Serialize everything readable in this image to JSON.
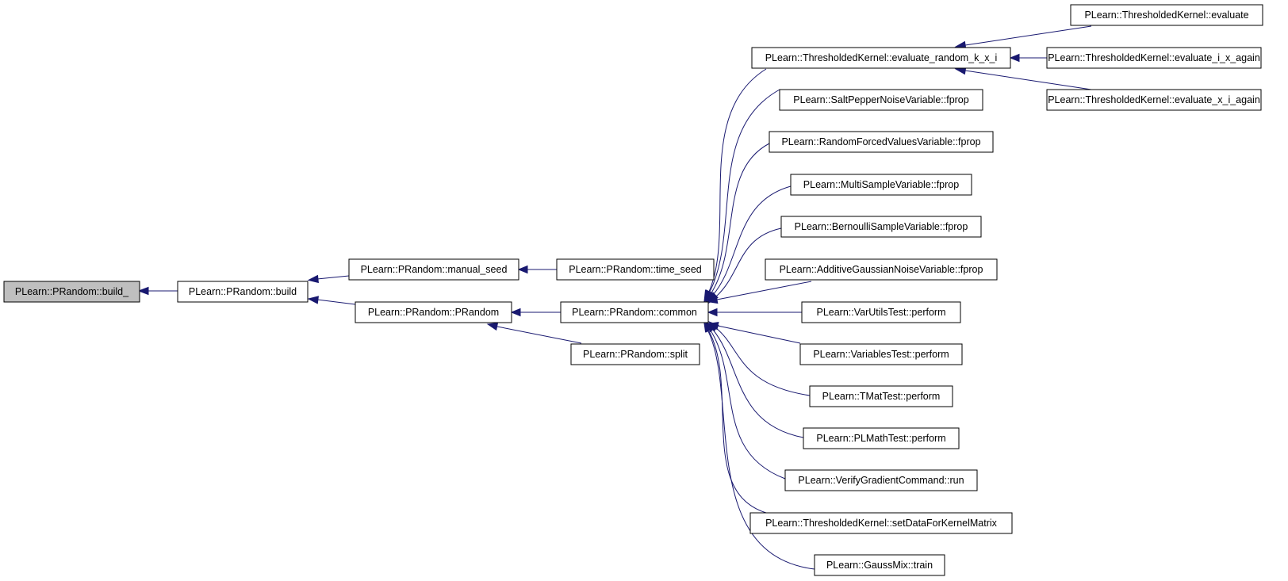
{
  "graph": {
    "colors": {
      "edge": "#191970",
      "root_fill": "#bfbfbf",
      "node_fill": "#ffffff",
      "node_border": "#000000"
    },
    "nodes": [
      {
        "id": "build_",
        "label": "PLearn::PRandom::build_"
      },
      {
        "id": "build",
        "label": "PLearn::PRandom::build"
      },
      {
        "id": "manual_seed",
        "label": "PLearn::PRandom::manual_seed"
      },
      {
        "id": "prandom",
        "label": "PLearn::PRandom::PRandom"
      },
      {
        "id": "time_seed",
        "label": "PLearn::PRandom::time_seed"
      },
      {
        "id": "common",
        "label": "PLearn::PRandom::common"
      },
      {
        "id": "split",
        "label": "PLearn::PRandom::split"
      },
      {
        "id": "eval_rand",
        "label": "PLearn::ThresholdedKernel::evaluate_random_k_x_i"
      },
      {
        "id": "saltpepper",
        "label": "PLearn::SaltPepperNoiseVariable::fprop"
      },
      {
        "id": "randforced",
        "label": "PLearn::RandomForcedValuesVariable::fprop"
      },
      {
        "id": "multisample",
        "label": "PLearn::MultiSampleVariable::fprop"
      },
      {
        "id": "bernoulli",
        "label": "PLearn::BernoulliSampleVariable::fprop"
      },
      {
        "id": "addgauss",
        "label": "PLearn::AdditiveGaussianNoiseVariable::fprop"
      },
      {
        "id": "varutils",
        "label": "PLearn::VarUtilsTest::perform"
      },
      {
        "id": "vartest",
        "label": "PLearn::VariablesTest::perform"
      },
      {
        "id": "tmattest",
        "label": "PLearn::TMatTest::perform"
      },
      {
        "id": "plmath",
        "label": "PLearn::PLMathTest::perform"
      },
      {
        "id": "verifygrad",
        "label": "PLearn::VerifyGradientCommand::run"
      },
      {
        "id": "setdata",
        "label": "PLearn::ThresholdedKernel::setDataForKernelMatrix"
      },
      {
        "id": "gaussmix",
        "label": "PLearn::GaussMix::train"
      },
      {
        "id": "eval",
        "label": "PLearn::ThresholdedKernel::evaluate"
      },
      {
        "id": "eval_i_x",
        "label": "PLearn::ThresholdedKernel::evaluate_i_x_again"
      },
      {
        "id": "eval_x_i",
        "label": "PLearn::ThresholdedKernel::evaluate_x_i_again"
      }
    ],
    "edges": [
      {
        "from": "build",
        "to": "build_"
      },
      {
        "from": "manual_seed",
        "to": "build"
      },
      {
        "from": "prandom",
        "to": "build"
      },
      {
        "from": "time_seed",
        "to": "manual_seed"
      },
      {
        "from": "common",
        "to": "prandom"
      },
      {
        "from": "split",
        "to": "prandom"
      },
      {
        "from": "eval_rand",
        "to": "common"
      },
      {
        "from": "saltpepper",
        "to": "common"
      },
      {
        "from": "randforced",
        "to": "common"
      },
      {
        "from": "multisample",
        "to": "common"
      },
      {
        "from": "bernoulli",
        "to": "common"
      },
      {
        "from": "addgauss",
        "to": "common"
      },
      {
        "from": "varutils",
        "to": "common"
      },
      {
        "from": "vartest",
        "to": "common"
      },
      {
        "from": "tmattest",
        "to": "common"
      },
      {
        "from": "plmath",
        "to": "common"
      },
      {
        "from": "verifygrad",
        "to": "common"
      },
      {
        "from": "setdata",
        "to": "common"
      },
      {
        "from": "gaussmix",
        "to": "common"
      },
      {
        "from": "eval",
        "to": "eval_rand"
      },
      {
        "from": "eval_i_x",
        "to": "eval_rand"
      },
      {
        "from": "eval_x_i",
        "to": "eval_rand"
      }
    ]
  }
}
